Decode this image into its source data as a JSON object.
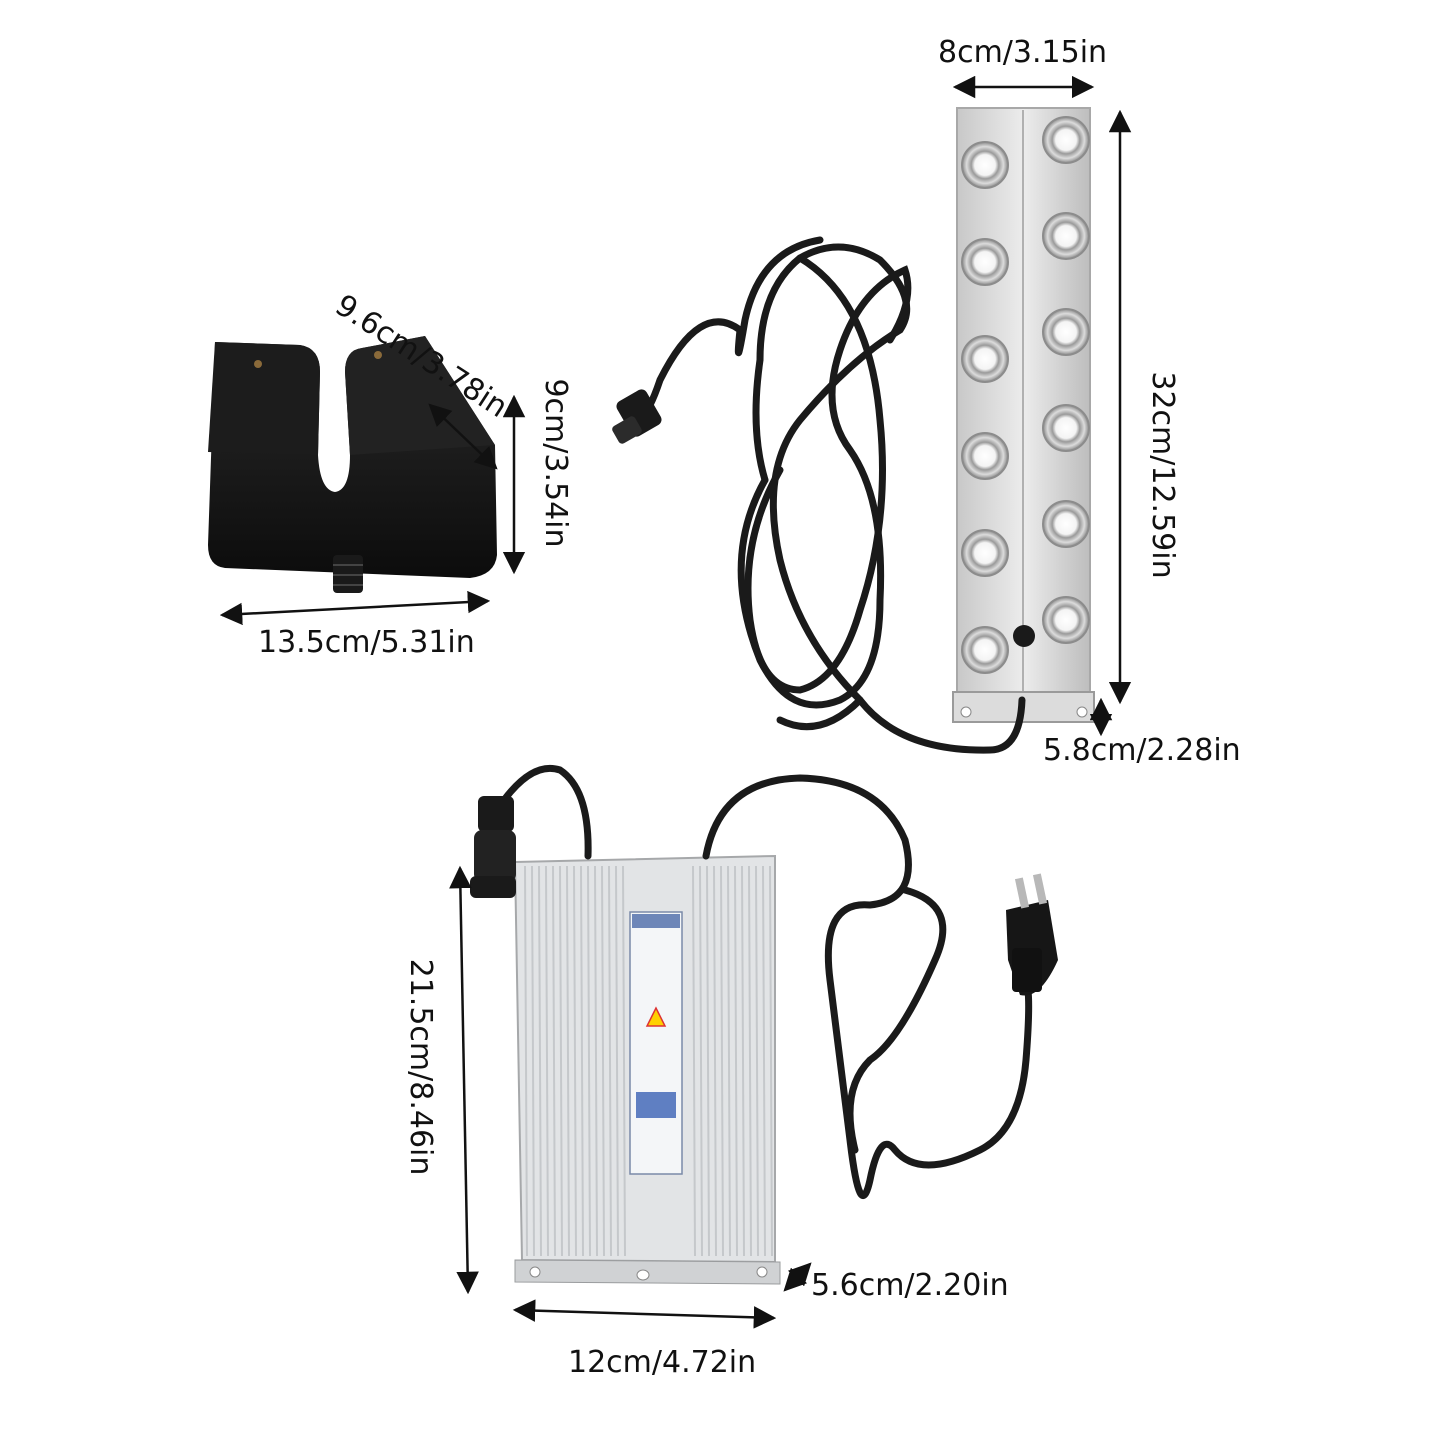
{
  "colors": {
    "background": "#ffffff",
    "black_plastic": "#141414",
    "steel": "#d9d9d9",
    "aluminium": "#e4e6e8",
    "cable": "#1a1a1a",
    "dimension_line": "#111111"
  },
  "icons": [
    "mist-maker-head-icon",
    "float-base-icon",
    "power-supply-icon",
    "us-plug-icon",
    "connector-icon"
  ],
  "float_base": {
    "depth_label": "9.6cm/3.78in",
    "height_label": "9cm/3.54in",
    "width_label": "13.5cm/5.31in"
  },
  "mist_head": {
    "width_label": "8cm/3.15in",
    "length_label": "32cm/12.59in",
    "height_label": "5.8cm/2.28in",
    "nozzle_count": 12
  },
  "power_supply": {
    "height_label": "21.5cm/8.46in",
    "depth_label": "5.6cm/2.20in",
    "width_label": "12cm/4.72in"
  }
}
